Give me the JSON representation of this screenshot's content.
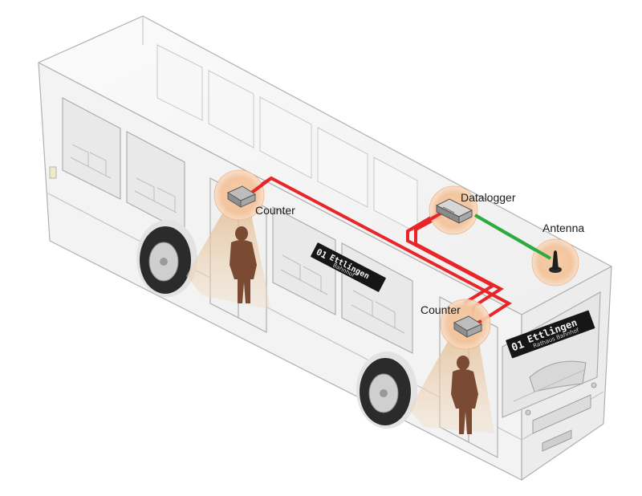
{
  "labels": {
    "counter_rear": "Counter",
    "counter_front": "Counter",
    "datalogger": "Datalogger",
    "antenna": "Antenna"
  },
  "displays": {
    "side": {
      "route": "01",
      "destination": "Ettlingen",
      "subline": "Bahnhof"
    },
    "front": {
      "route": "01",
      "destination": "Ettlingen",
      "subline": "Rathaus Bahnhof"
    }
  },
  "colors": {
    "cable_counter": "#e8262a",
    "cable_antenna": "#2eab3e",
    "glow": "#f6c9a6",
    "passenger": "#7a4a33",
    "beam": "#d9b48c",
    "bus_body": "#f4f4f4",
    "bus_outline": "#b5b5b5",
    "display_bg": "#161616"
  }
}
